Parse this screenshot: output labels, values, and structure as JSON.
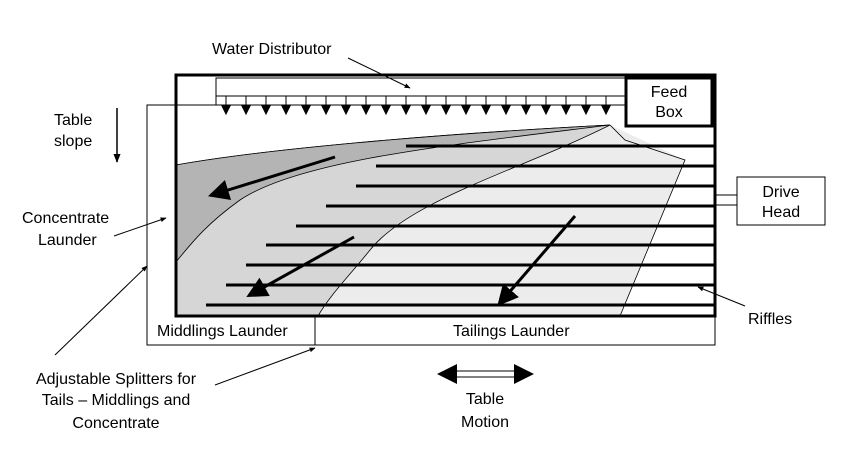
{
  "labels": {
    "water_distributor": "Water Distributor",
    "feed_box_line1": "Feed",
    "feed_box_line2": "Box",
    "table_slope_line1": "Table",
    "table_slope_line2": "slope",
    "concentrate_launder_line1": "Concentrate",
    "concentrate_launder_line2": "Launder",
    "drive_head_line1": "Drive",
    "drive_head_line2": "Head",
    "riffles": "Riffles",
    "middlings_launder": "Middlings Launder",
    "tailings_launder": "Tailings Launder",
    "splitters_line1": "Adjustable Splitters for",
    "splitters_line2": "Tails – Middlings and",
    "splitters_line3": "Concentrate",
    "table_motion_line1": "Table",
    "table_motion_line2": "Motion"
  },
  "colors": {
    "concentrate_zone": "#b4b4b4",
    "middlings_zone": "#d6d6d6",
    "tailings_zone": "#ececec",
    "lines": "#000000"
  }
}
